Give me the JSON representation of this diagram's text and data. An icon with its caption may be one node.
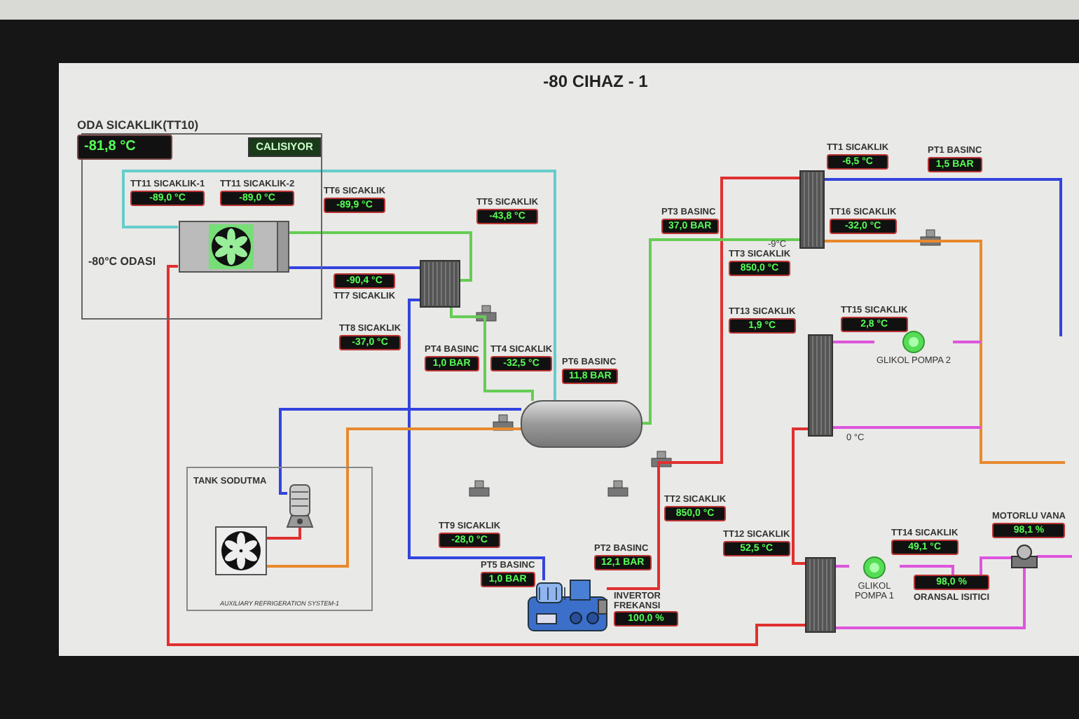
{
  "diagram": {
    "title": "-80 CIHAZ - 1",
    "nodes": [
      {
        "text": [
          "-80°C ODASI"
        ]
      },
      {
        "text": [
          "ODA SICAKLIK(TT10)",
          "-81,8 °C"
        ]
      },
      {
        "text": [
          "CALISIYOR"
        ],
        "in": 0
      },
      {
        "text": [
          "TT11 SICAKLIK-1",
          "-89,0 °C"
        ],
        "in": 0
      },
      {
        "text": [
          "TT11 SICAKLIK-2",
          "-89,0 °C"
        ],
        "in": 0
      },
      {
        "text": [],
        "shape": "picture",
        "in": 0
      },
      {
        "text": [
          "TT6 SICAKLIK",
          "-89,9 °C"
        ]
      },
      {
        "text": [
          "TT5 SICAKLIK",
          "-43,8 °C"
        ]
      },
      {
        "text": [
          "-90,4 °C",
          "TT7 SICAKLIK"
        ]
      },
      {
        "text": [],
        "shape": "picture"
      },
      {
        "text": [
          "TT8 SICAKLIK",
          "-37,0 °C"
        ]
      },
      {
        "text": [
          "PT4 BASINC",
          "1,0 BAR"
        ]
      },
      {
        "text": [
          "TT4 SICAKLIK",
          "-32,5 °C"
        ]
      },
      {
        "text": [
          "PT6 BASINC",
          "11,8 BAR"
        ]
      },
      {
        "text": [
          "PT3 BASINC",
          "37,0 BAR"
        ]
      },
      {
        "text": [
          "TT3 SICAKLIK",
          "850,0 °C"
        ]
      },
      {
        "text": [
          "TT1 SICAKLIK",
          "-6,5 °C"
        ]
      },
      {
        "text": [
          "PT1 BASINC",
          "1,5 BAR"
        ]
      },
      {
        "text": [
          "TT16 SICAKLIK",
          "-32,0 °C"
        ]
      },
      {
        "text": [],
        "shape": "picture"
      },
      {
        "text": [
          "TT13 SICAKLIK",
          "1,9 °C"
        ]
      },
      {
        "text": [
          "TT15 SICAKLIK",
          "2,8 °C"
        ]
      },
      {
        "text": [],
        "shape": "picture"
      },
      {
        "text": [
          "GLIKOL POMPA 2"
        ]
      },
      {
        "text": [],
        "shape": "cylinder"
      },
      {
        "text": [
          "TANK SODUTMA",
          "AUXILIARY REFRIGERATION SYSTEM-1"
        ]
      },
      {
        "text": [],
        "shape": "picture",
        "in": 25
      },
      {
        "text": [],
        "shape": "picture",
        "in": 25
      },
      {
        "text": [
          "TT9 SICAKLIK",
          "-28,0 °C"
        ]
      },
      {
        "text": [
          "PT5 BASINC",
          "1,0 BAR"
        ]
      },
      {
        "text": [
          "PT2 BASINC",
          "12,1 BAR"
        ]
      },
      {
        "text": [
          "TT2 SICAKLIK",
          "850,0 °C"
        ]
      },
      {
        "text": [],
        "shape": "picture"
      },
      {
        "text": [
          "INVERTOR FREKANSI",
          "100,0 %"
        ]
      },
      {
        "text": [
          "TT12 SICAKLIK",
          "52,5 °C"
        ]
      },
      {
        "text": [],
        "shape": "picture"
      },
      {
        "text": [
          "GLIKOL POMPA 1"
        ]
      },
      {
        "text": [
          "TT14 SICAKLIK",
          "49,1 °C"
        ]
      },
      {
        "text": [
          "98,0 %",
          "ORANSAL ISITICI"
        ]
      },
      {
        "text": [
          "MOTORLU VANA",
          "98,1 %"
        ]
      },
      {
        "text": [],
        "shape": "picture"
      }
    ],
    "edges": [
      {
        "from": 5,
        "to": 9,
        "arrow": "none",
        "color": "#3344dd"
      },
      {
        "from": 9,
        "to": 5,
        "arrow": "none",
        "color": "#66cc55"
      },
      {
        "from": 9,
        "to": 24,
        "arrow": "none",
        "color": "#66cc55"
      },
      {
        "from": 9,
        "to": 32,
        "arrow": "none",
        "color": "#3344dd"
      },
      {
        "from": 32,
        "to": 19,
        "arrow": "none",
        "color": "#e03030"
      },
      {
        "from": 19,
        "to": 24,
        "arrow": "none",
        "color": "#66cc55"
      },
      {
        "from": 35,
        "to": 5,
        "arrow": "none",
        "color": "#e03030"
      },
      {
        "from": 35,
        "to": 22,
        "arrow": "none",
        "color": "#e03030"
      },
      {
        "from": 19,
        "to": null,
        "arrow": "none",
        "color": "#3344dd"
      },
      {
        "from": 19,
        "to": null,
        "arrow": "none",
        "color": "#e8892e"
      },
      {
        "from": 22,
        "to": 23,
        "arrow": "none"
      },
      {
        "from": 23,
        "to": null,
        "arrow": "none"
      },
      {
        "from": 22,
        "to": null,
        "arrow": "none"
      },
      {
        "from": 35,
        "to": 36,
        "arrow": "none"
      },
      {
        "from": 36,
        "to": 38,
        "arrow": "none"
      },
      {
        "from": 38,
        "to": 40,
        "arrow": "none"
      },
      {
        "from": 35,
        "to": 40,
        "arrow": "none"
      },
      {
        "from": 40,
        "to": null,
        "arrow": "none"
      },
      {
        "from": 26,
        "to": 27,
        "arrow": "none",
        "color": "#e03030"
      },
      {
        "from": 26,
        "to": 24,
        "arrow": "none",
        "color": "#e8892e"
      },
      {
        "from": 27,
        "to": 24,
        "arrow": "none",
        "color": "#3344dd"
      },
      {
        "from": 5,
        "to": 24,
        "arrow": "none",
        "color": "#66cccc"
      }
    ],
    "labels": [
      "-9°C",
      "0 °C"
    ]
  }
}
